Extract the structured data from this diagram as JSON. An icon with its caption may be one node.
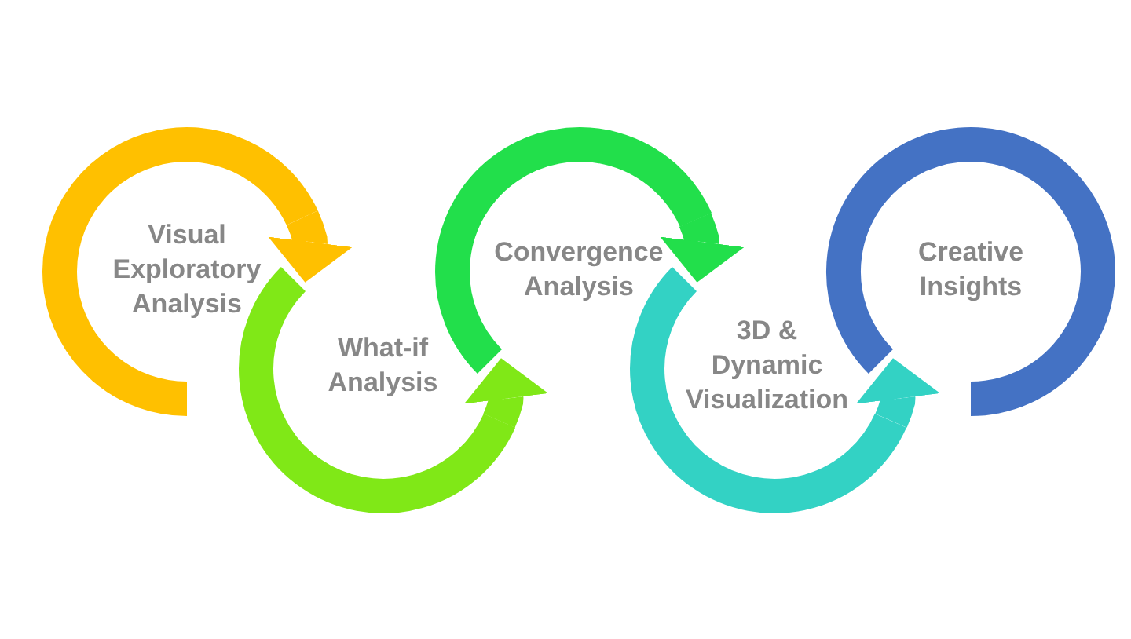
{
  "diagram": {
    "nodes": [
      {
        "text": [
          "Visual Exploratory Analysis"
        ]
      },
      {
        "text": [
          "What-if Analysis"
        ]
      },
      {
        "text": [
          "Convergence Analysis"
        ]
      },
      {
        "text": [
          "3D & Dynamic Visualization"
        ]
      },
      {
        "text": [
          "Creative Insights"
        ]
      }
    ],
    "edges": [
      {
        "from": 0,
        "to": 1,
        "arrow": "to",
        "color": "#ffc000"
      },
      {
        "from": 1,
        "to": 2,
        "arrow": "to",
        "color": "#80e817"
      },
      {
        "from": 2,
        "to": 3,
        "arrow": "to",
        "color": "#22df4b"
      },
      {
        "from": 3,
        "to": 4,
        "arrow": "to",
        "color": "#33d2c4"
      }
    ]
  }
}
